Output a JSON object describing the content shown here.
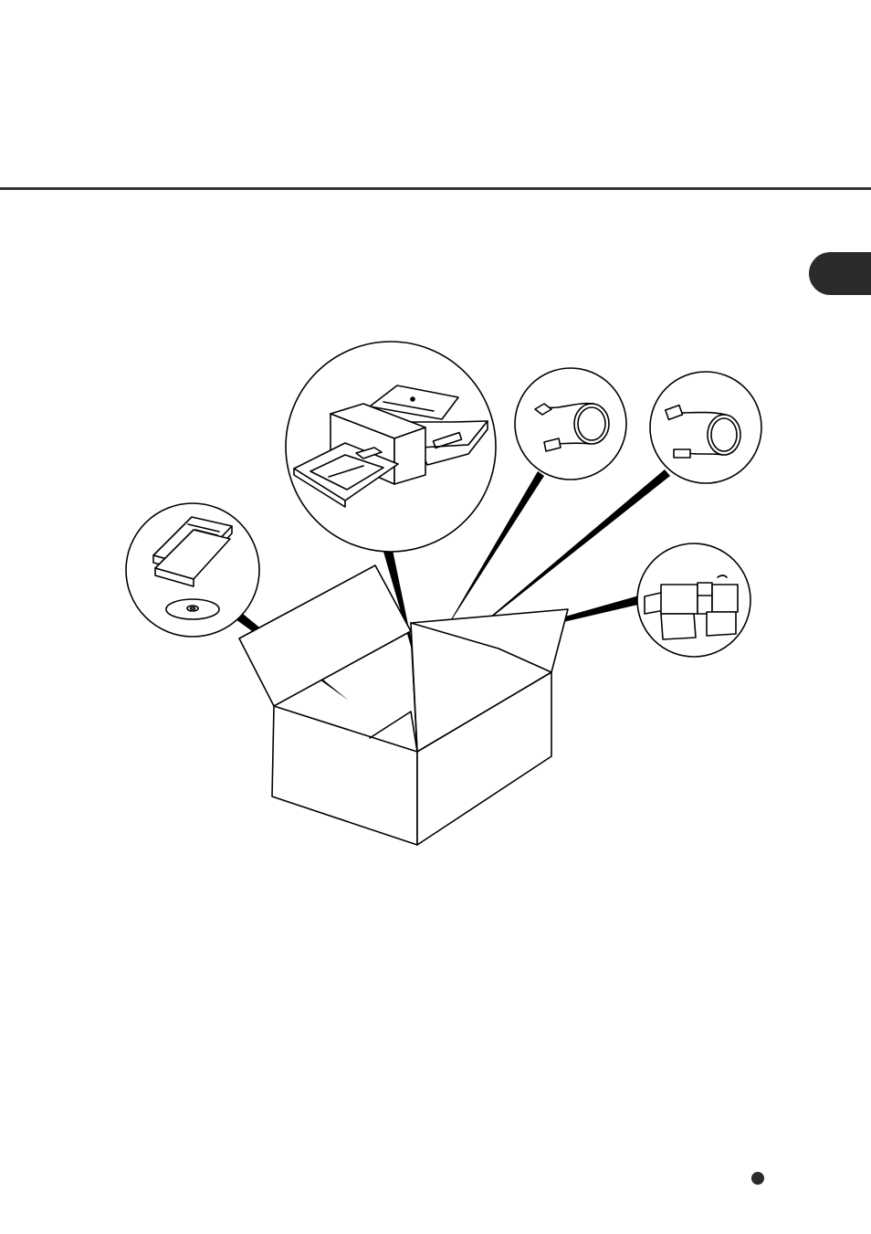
{
  "colors": {
    "ink": "#000000",
    "rule": "#333333",
    "tab": "#2b2b2b",
    "paper": "#ffffff"
  },
  "illustration": {
    "subject": "package-contents",
    "items": [
      {
        "key": "manuals-and-cd",
        "icon": "manuals-cd-icon"
      },
      {
        "key": "scanner",
        "icon": "scanner-icon"
      },
      {
        "key": "cable-a",
        "icon": "cable-icon"
      },
      {
        "key": "cable-b",
        "icon": "cable-icon"
      },
      {
        "key": "roller",
        "icon": "roller-icon"
      }
    ]
  }
}
